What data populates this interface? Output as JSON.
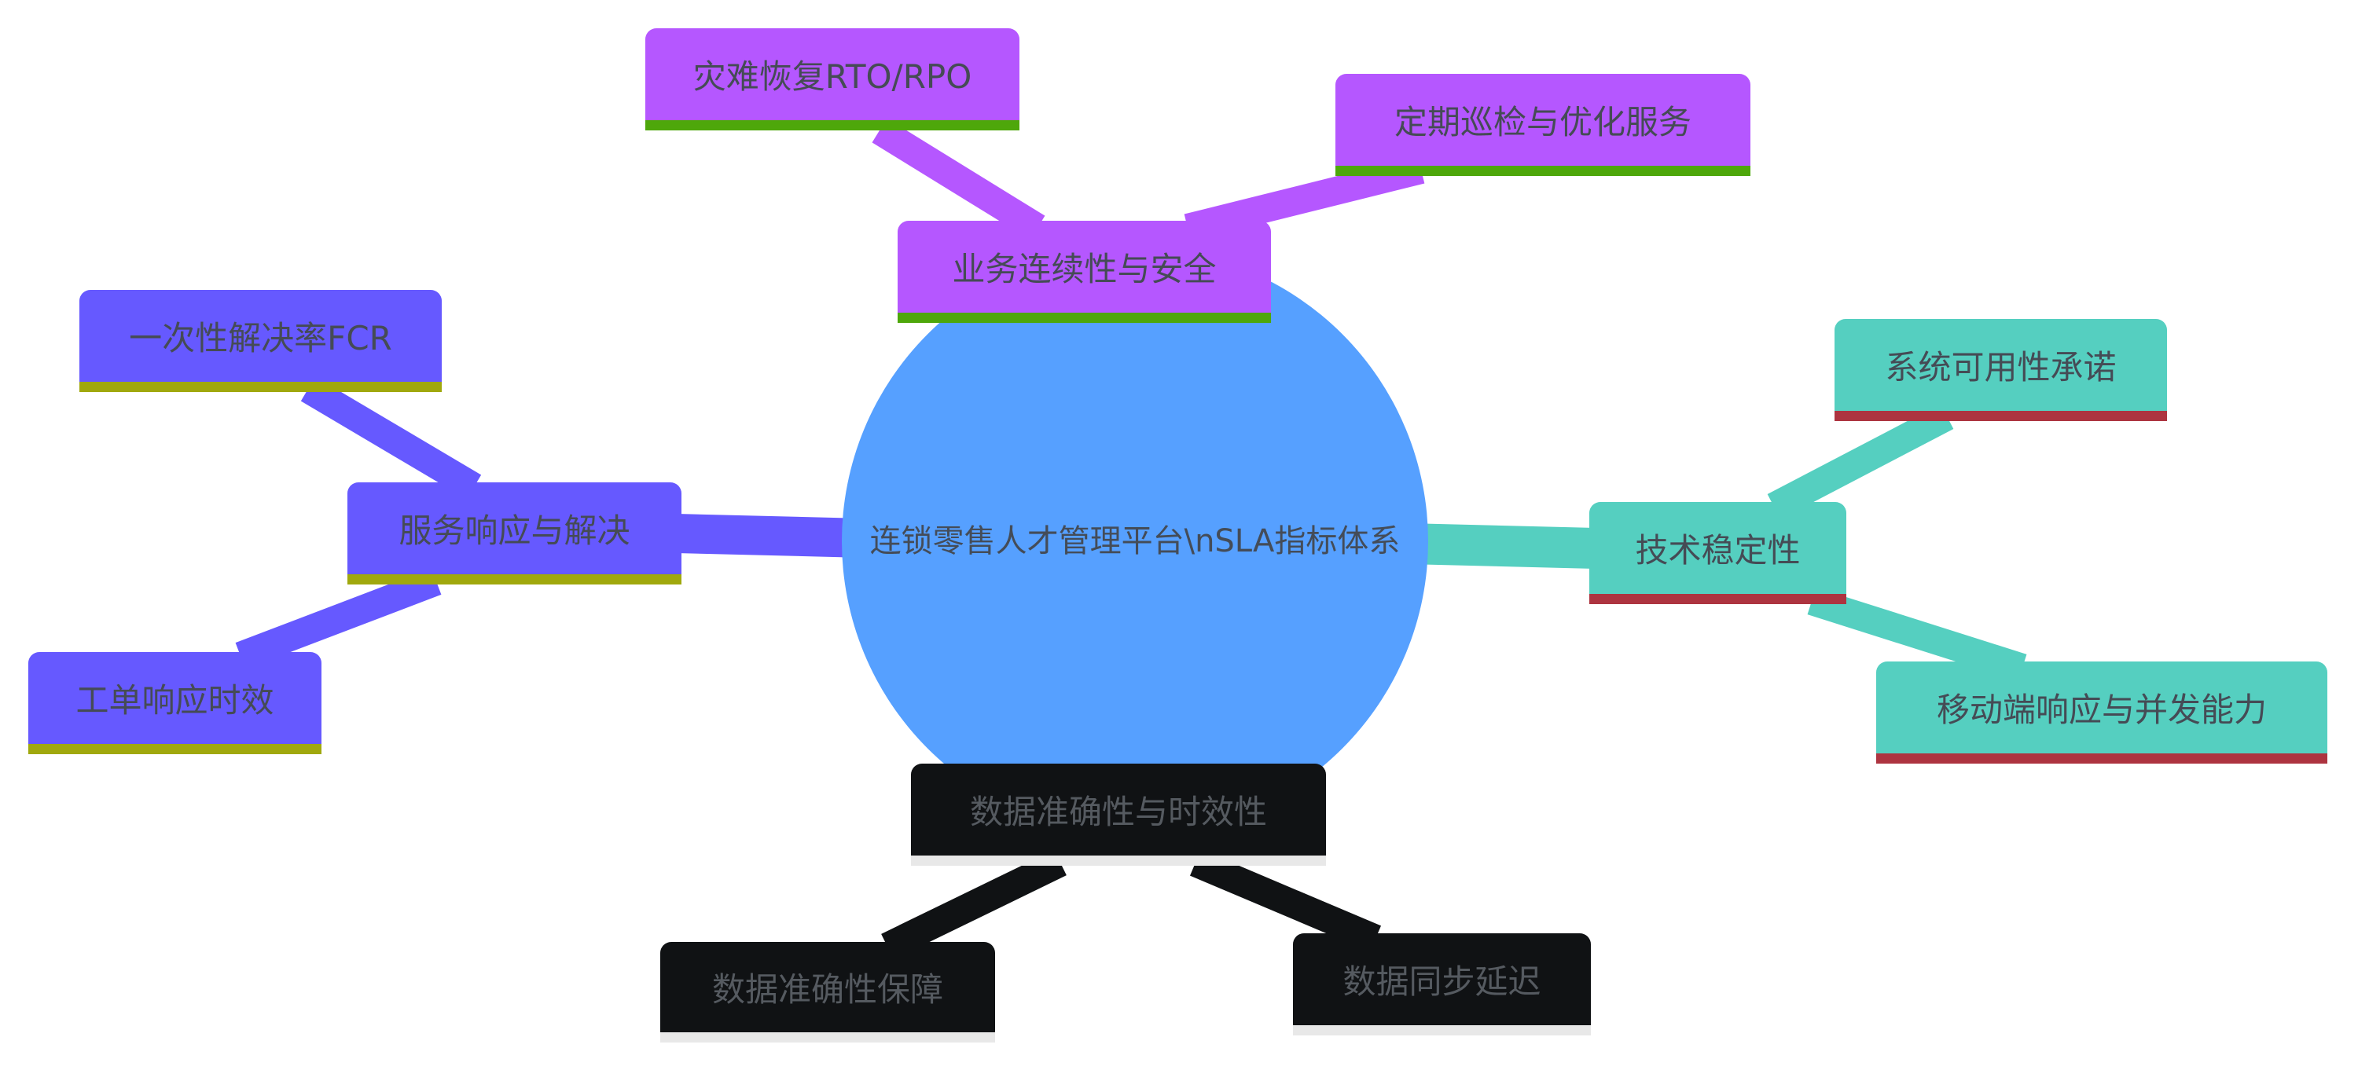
{
  "root": {
    "label": "连锁零售人才管理平台\\nSLA指标体系"
  },
  "branches": {
    "business": {
      "label": "业务连续性与安全",
      "children": [
        "灾难恢复RTO/RPO",
        "定期巡检与优化服务"
      ]
    },
    "service": {
      "label": "服务响应与解决",
      "children": [
        "一次性解决率FCR",
        "工单响应时效"
      ]
    },
    "tech": {
      "label": "技术稳定性",
      "children": [
        "系统可用性承诺",
        "移动端响应与并发能力"
      ]
    },
    "data": {
      "label": "数据准确性与时效性",
      "children": [
        "数据准确性保障",
        "数据同步延迟"
      ]
    }
  },
  "colors": {
    "root": "#56a0ff",
    "business": "#b557ff",
    "service": "#6659ff",
    "tech": "#55cfc0",
    "data": "#101214"
  }
}
